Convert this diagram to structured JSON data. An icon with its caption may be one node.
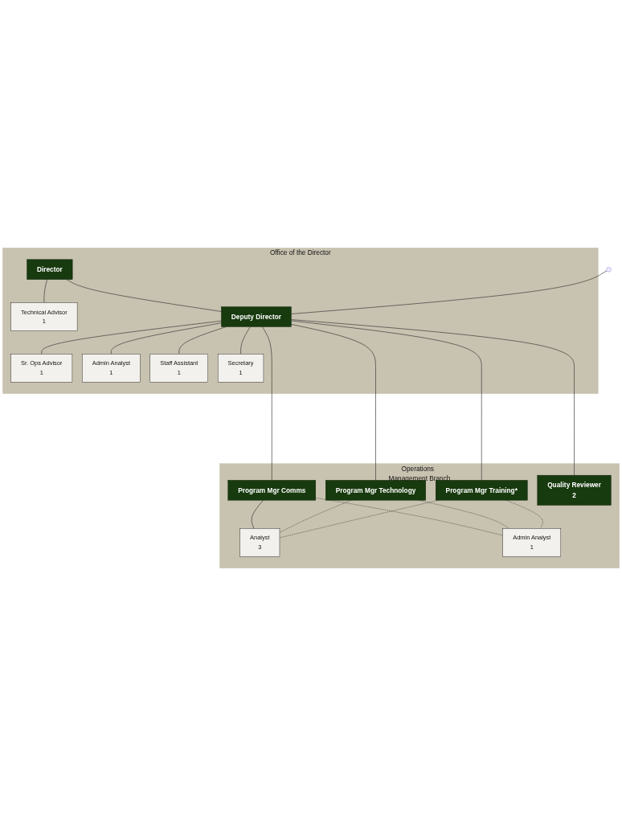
{
  "diagram": {
    "nodes": [
      {
        "text": [
          "Office of the Director"
        ]
      },
      {
        "text": [
          "Director"
        ],
        "in": 0
      },
      {
        "text": [
          "Technical Advisor",
          "1"
        ],
        "in": 0
      },
      {
        "text": [
          "Sr. Ops Advisor",
          "1"
        ],
        "in": 0
      },
      {
        "text": [
          "Deputy Director"
        ],
        "in": 0
      },
      {
        "text": [
          "Admin Analyst",
          "1"
        ],
        "in": 0
      },
      {
        "text": [
          "Staff Assistant",
          "1"
        ],
        "in": 0
      },
      {
        "text": [
          "Secretary",
          "1"
        ],
        "in": 0
      },
      {
        "text": [
          "Operations  Management Branch"
        ]
      },
      {
        "text": [
          "Program Mgr Comms"
        ],
        "in": 8
      },
      {
        "text": [
          "Program Mgr Technology"
        ],
        "in": 8
      },
      {
        "text": [
          "Program Mgr Training*"
        ],
        "in": 8
      },
      {
        "text": [
          "Quality Reviewer",
          "2"
        ],
        "in": 8
      },
      {
        "text": [
          "Analyst",
          "3"
        ],
        "in": 8
      },
      {
        "text": [
          "Admin Analyst",
          "1"
        ],
        "in": 8
      }
    ],
    "edges": [
      {
        "from": 1,
        "to": 2,
        "arrow": "none"
      },
      {
        "from": 1,
        "to": 4,
        "arrow": "none"
      },
      {
        "from": 4,
        "to": 3,
        "arrow": "none"
      },
      {
        "from": 4,
        "to": 6,
        "arrow": "none"
      },
      {
        "from": 4,
        "to": 5,
        "arrow": "none"
      },
      {
        "from": 4,
        "to": 7,
        "arrow": "none"
      },
      {
        "from": null,
        "to": 4,
        "arrow": "none"
      },
      {
        "from": 4,
        "to": 9,
        "arrow": "none"
      },
      {
        "from": 4,
        "to": 10,
        "arrow": "none"
      },
      {
        "from": 4,
        "to": 11,
        "arrow": "none"
      },
      {
        "from": 4,
        "to": 12,
        "arrow": "none"
      },
      {
        "from": 9,
        "to": 13,
        "arrow": "none"
      },
      {
        "from": 9,
        "to": 14,
        "arrow": "none",
        "style": "dashed"
      },
      {
        "from": 10,
        "to": 13,
        "arrow": "none",
        "style": "dashed"
      },
      {
        "from": 10,
        "to": 14,
        "arrow": "none",
        "style": "dashed"
      },
      {
        "from": 11,
        "to": 13,
        "arrow": "none",
        "style": "dashed"
      },
      {
        "from": 11,
        "to": 14,
        "arrow": "none",
        "style": "dashed"
      }
    ]
  }
}
